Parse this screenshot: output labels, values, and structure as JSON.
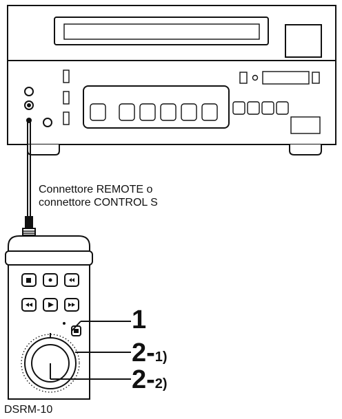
{
  "connector_label_line1": "Connettore REMOTE o",
  "connector_label_line2": "connettore CONTROL S",
  "remote_model": "DSRM-10",
  "callouts": {
    "c1": "1",
    "c2_1_main": "2-",
    "c2_1_sub": "1)",
    "c2_2_main": "2-",
    "c2_2_sub": "2)"
  },
  "remote_button_icons": [
    "stop-icon",
    "pause-icon",
    "rewind-small-icon",
    "rewind-icon",
    "play-icon",
    "fast-forward-icon"
  ]
}
